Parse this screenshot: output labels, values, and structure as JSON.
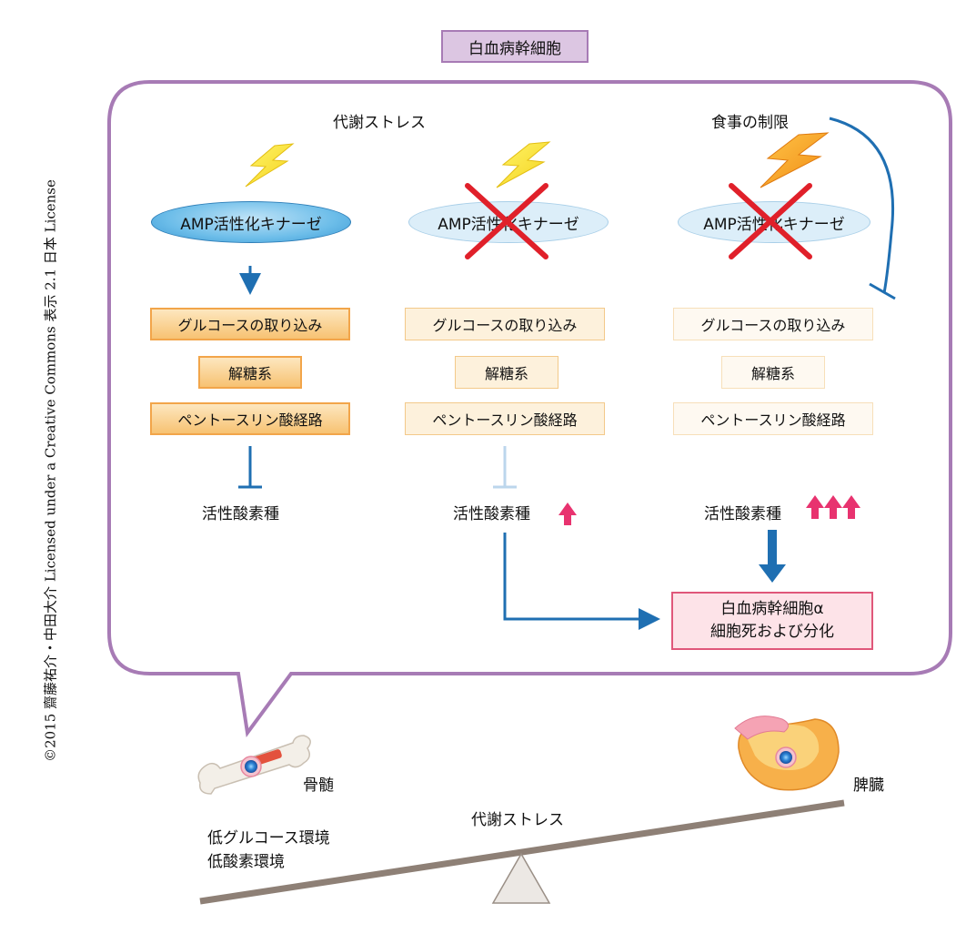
{
  "title": "白血病幹細胞",
  "copyright": "©2015 齋藤祐介・中田大介 Licensed under a Creative Commons 表示 2.1 日本 License",
  "columns": [
    {
      "top_label": "代謝ストレス",
      "enzyme": "AMP活性化キナーゼ",
      "enzyme_state": "active",
      "pathways": [
        "グルコースの取り込み",
        "解糖系",
        "ペントースリン酸経路"
      ],
      "ros_label": "活性酸素種",
      "ros_up_arrows": 0
    },
    {
      "enzyme": "AMP活性化キナーゼ",
      "enzyme_state": "inhibited",
      "pathways": [
        "グルコースの取り込み",
        "解糖系",
        "ペントースリン酸経路"
      ],
      "ros_label": "活性酸素種",
      "ros_up_arrows": 1
    },
    {
      "top_label": "食事の制限",
      "enzyme": "AMP活性化キナーゼ",
      "enzyme_state": "inhibited",
      "pathways": [
        "グルコースの取り込み",
        "解糖系",
        "ペントースリン酸経路"
      ],
      "ros_label": "活性酸素種",
      "ros_up_arrows": 3
    }
  ],
  "outcome": {
    "line1": "白血病幹細胞α",
    "line2": "細胞死および分化"
  },
  "bottom": {
    "bone_marrow": "骨髄",
    "spleen": "脾臓",
    "balance_label": "代謝ストレス",
    "conditions": [
      "低グルコース環境",
      "低酸素環境"
    ]
  },
  "colors": {
    "bubble_border": "#a77bb5",
    "arrow_blue": "#1f6fb2",
    "up_arrow_pink": "#e8336f",
    "cross_red": "#e0202a",
    "seesaw": "#8e8076"
  }
}
